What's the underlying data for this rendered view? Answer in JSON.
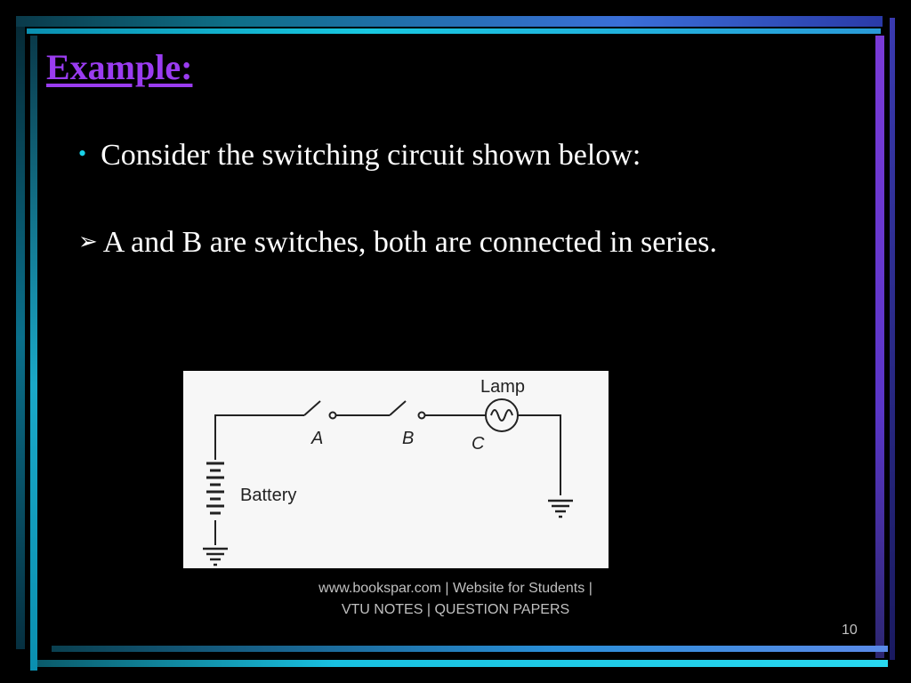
{
  "slide": {
    "title": "Example:",
    "bullets": [
      {
        "marker": "•",
        "text": "Consider the switching circuit shown below:"
      },
      {
        "marker": "➢",
        "text": "A and B are switches, both are connected in series."
      }
    ]
  },
  "circuit": {
    "lamp_label": "Lamp",
    "switch_a_label": "A",
    "switch_b_label": "B",
    "node_c_label": "C",
    "battery_label": "Battery"
  },
  "footer": {
    "text": "www.bookspar.com | Website for Students | VTU NOTES | QUESTION PAPERS",
    "page_number": "10"
  },
  "colors": {
    "background": "#000000",
    "title": "#9a3cf0",
    "bullet_marker": "#19d2e8",
    "body_text": "#ffffff",
    "footer_text": "#c0c0c0"
  }
}
